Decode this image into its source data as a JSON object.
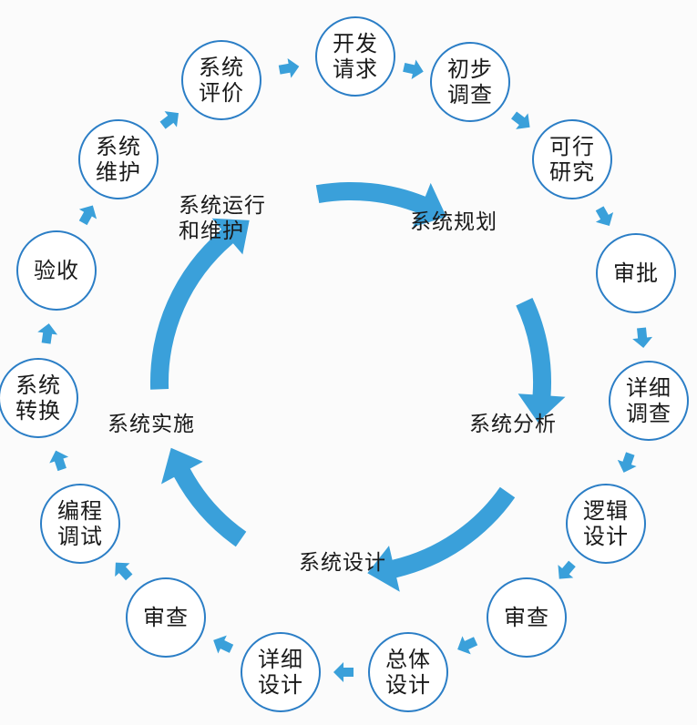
{
  "outer_nodes": [
    {
      "id": "kaifa",
      "lines": [
        "开发",
        "请求"
      ]
    },
    {
      "id": "chubu",
      "lines": [
        "初步",
        "调查"
      ]
    },
    {
      "id": "kexing",
      "lines": [
        "可行",
        "研究"
      ]
    },
    {
      "id": "shenpi",
      "lines": [
        "审批"
      ]
    },
    {
      "id": "xiangxi-diaocha",
      "lines": [
        "详细",
        "调查"
      ]
    },
    {
      "id": "luoji",
      "lines": [
        "逻辑",
        "设计"
      ]
    },
    {
      "id": "shencha-1",
      "lines": [
        "审查"
      ]
    },
    {
      "id": "zongti",
      "lines": [
        "总体",
        "设计"
      ]
    },
    {
      "id": "xiangxi-sheji",
      "lines": [
        "详细",
        "设计"
      ]
    },
    {
      "id": "shencha-2",
      "lines": [
        "审查"
      ]
    },
    {
      "id": "biancheng",
      "lines": [
        "编程",
        "调试"
      ]
    },
    {
      "id": "zhuanhuan",
      "lines": [
        "系统",
        "转换"
      ]
    },
    {
      "id": "yanshou",
      "lines": [
        "验收"
      ]
    },
    {
      "id": "weihu",
      "lines": [
        "系统",
        "维护"
      ]
    },
    {
      "id": "pingjia",
      "lines": [
        "系统",
        "评价"
      ]
    }
  ],
  "inner_stages": [
    {
      "id": "guihua",
      "lines": [
        "系统规划"
      ]
    },
    {
      "id": "fenxi",
      "lines": [
        "系统分析"
      ]
    },
    {
      "id": "sheji",
      "lines": [
        "系统设计"
      ]
    },
    {
      "id": "shishi",
      "lines": [
        "系统实施"
      ]
    },
    {
      "id": "yunxing",
      "lines": [
        "系统运行",
        "和维护"
      ]
    }
  ],
  "colors": {
    "accent": "#3aa0da",
    "circle_border": "#2b7ec6",
    "text": "#1a1a1a"
  }
}
